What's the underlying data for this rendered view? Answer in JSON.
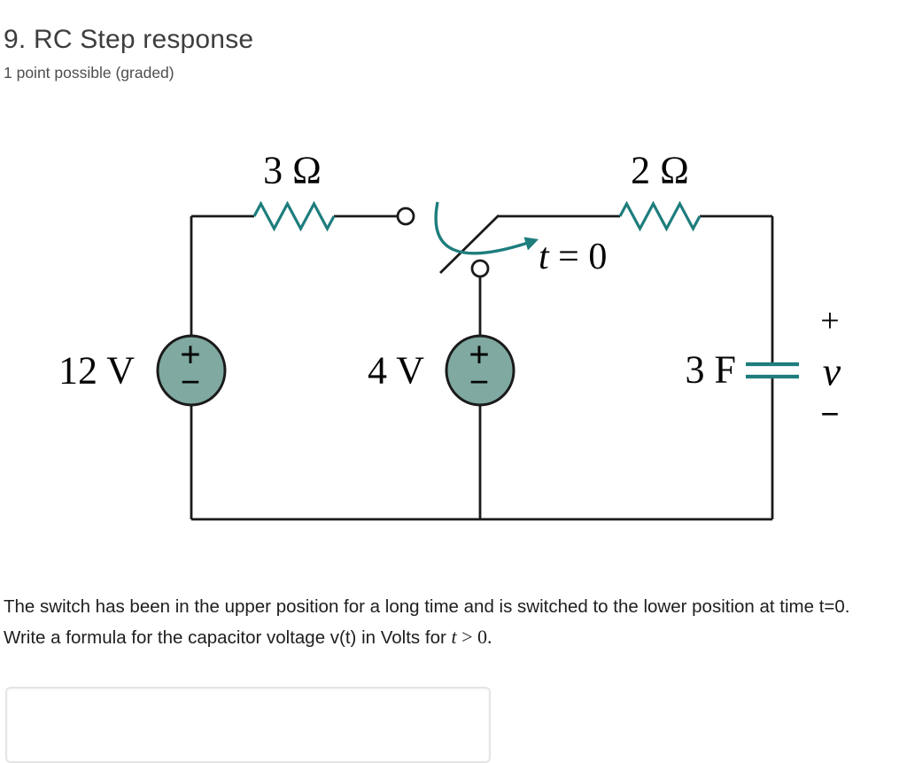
{
  "page": {
    "title": "9. RC Step response",
    "points_label": "1 point possible (graded)"
  },
  "circuit": {
    "resistor_left_label": "3 Ω",
    "resistor_right_label": "2 Ω",
    "source_left_label": "12 V",
    "source_mid_label": "4 V",
    "capacitor_label": "3 F",
    "switch_time_var": "t",
    "switch_time_rest": " = 0",
    "source_plus": "+",
    "source_minus": "−",
    "cap_plus": "+",
    "cap_voltage_var": "v",
    "cap_minus": "−",
    "colors": {
      "accent_teal": "#1E7D7D",
      "source_fill": "#7FA9A1",
      "wire": "#1A1A1A"
    }
  },
  "problem": {
    "statement_before_math": "The switch has been in the upper position for a long time and is switched to the lower position at time t=0. Write a formula for the capacitor voltage v(t) in Volts for ",
    "math_var": "t",
    "math_rest": " > 0.",
    "answer_input": {
      "value": "",
      "placeholder": ""
    }
  }
}
